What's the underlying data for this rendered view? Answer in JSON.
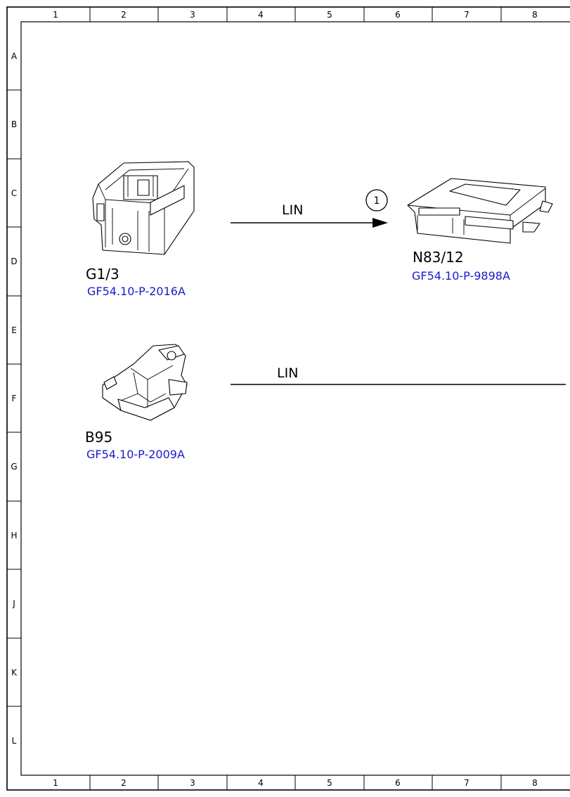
{
  "frame": {
    "columns": [
      "1",
      "2",
      "3",
      "4",
      "5",
      "6",
      "7",
      "8"
    ],
    "rows": [
      "A",
      "B",
      "C",
      "D",
      "E",
      "F",
      "G",
      "H",
      "J",
      "K",
      "L"
    ]
  },
  "components": [
    {
      "id": "g1-3",
      "name": "G1/3",
      "ref": "GF54.10-P-2016A"
    },
    {
      "id": "n83-12",
      "name": "N83/12",
      "ref": "GF54.10-P-9898A"
    },
    {
      "id": "b95",
      "name": "B95",
      "ref": "GF54.10-P-2009A"
    }
  ],
  "connections": [
    {
      "id": "lin-1",
      "label": "LIN",
      "callout": "1"
    },
    {
      "id": "lin-2",
      "label": "LIN"
    }
  ],
  "colors": {
    "ref_link": "#1a1acc",
    "line": "#000000"
  }
}
